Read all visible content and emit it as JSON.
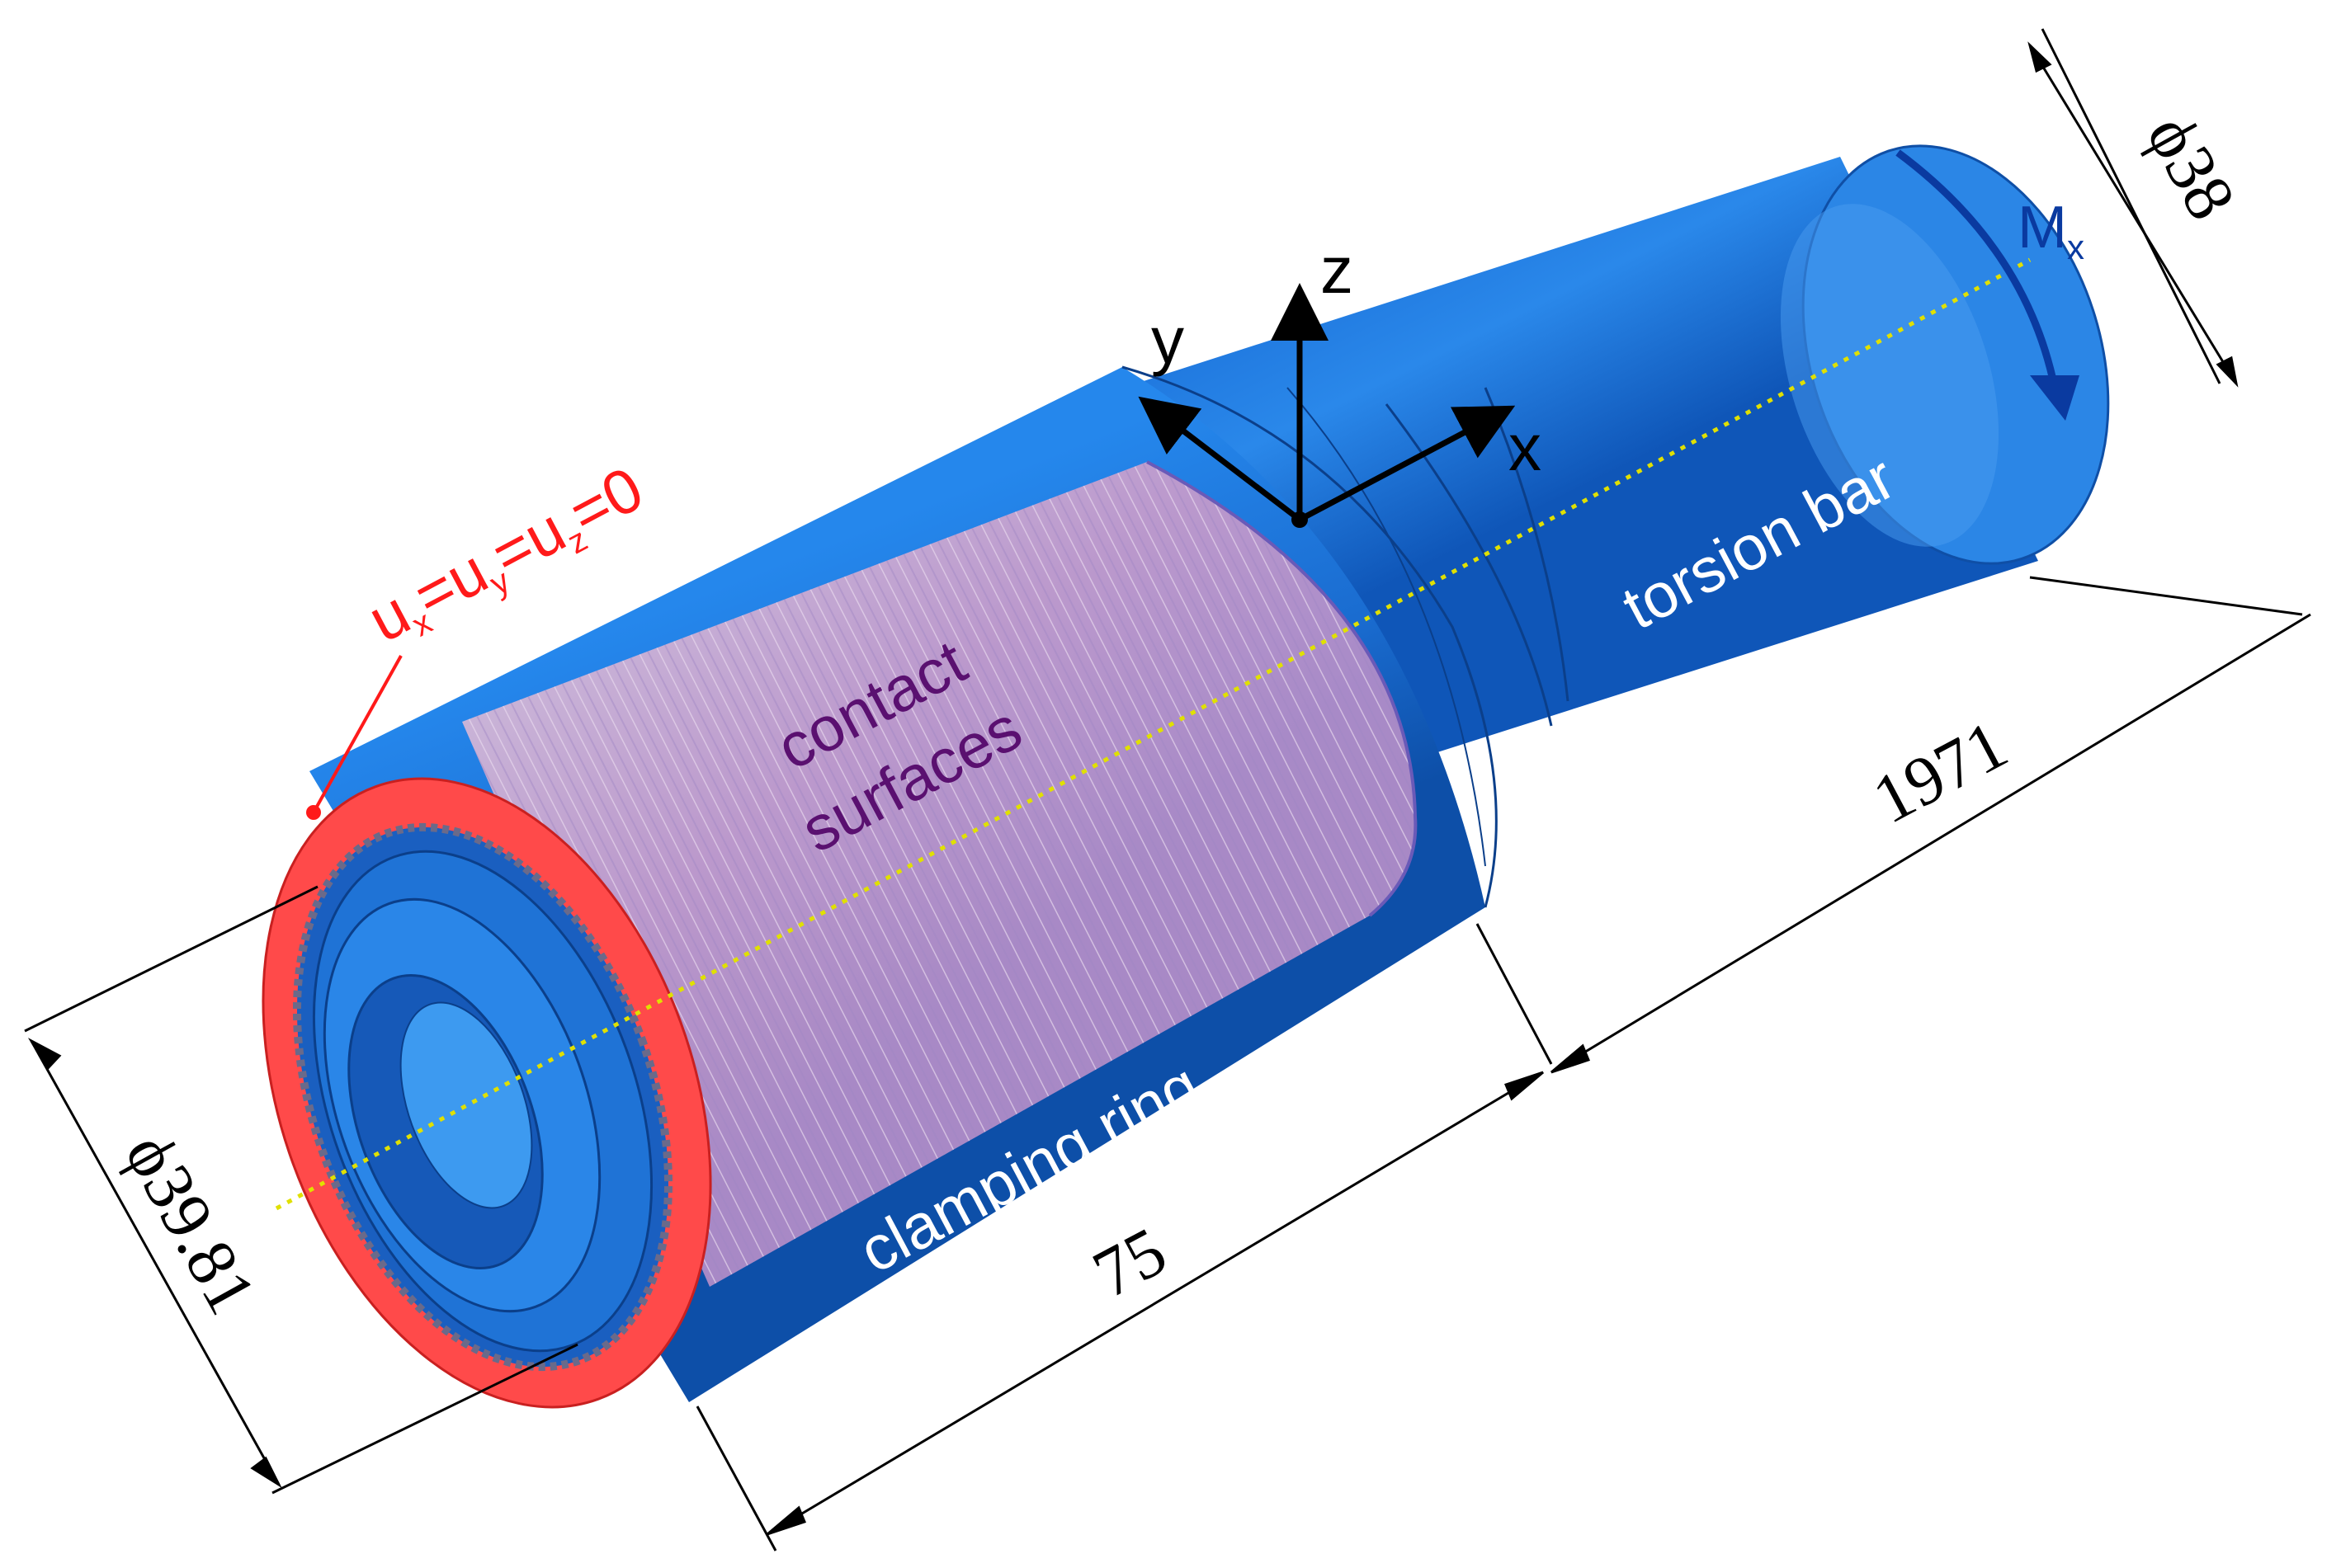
{
  "labels": {
    "boundary_condition": {
      "u1": "u",
      "s1": "x",
      "u2": "=u",
      "s2": "y",
      "u3": "=u",
      "s3": "z",
      "tail": "=0"
    },
    "contact_line1": "contact",
    "contact_line2": "surfaces",
    "clamping_ring": "clamping ring",
    "torsion_bar": "torsion bar",
    "moment": {
      "main": "M",
      "sub": "x"
    },
    "axis_x": "x",
    "axis_y": "y",
    "axis_z": "z"
  },
  "dimensions": {
    "left_diameter": "ϕ39.81",
    "right_diameter": "ϕ38",
    "ring_length": "75",
    "bar_length": "1971"
  },
  "colors": {
    "body_blue": "#1f7ae0",
    "dark_blue": "#0f4fa6",
    "red_face": "#ff4a4a",
    "contact_pink": "#c8a0c8",
    "label_purple": "#5a1070",
    "moment_blue": "#0a3aa0",
    "axis_dots": "#e0e000"
  }
}
